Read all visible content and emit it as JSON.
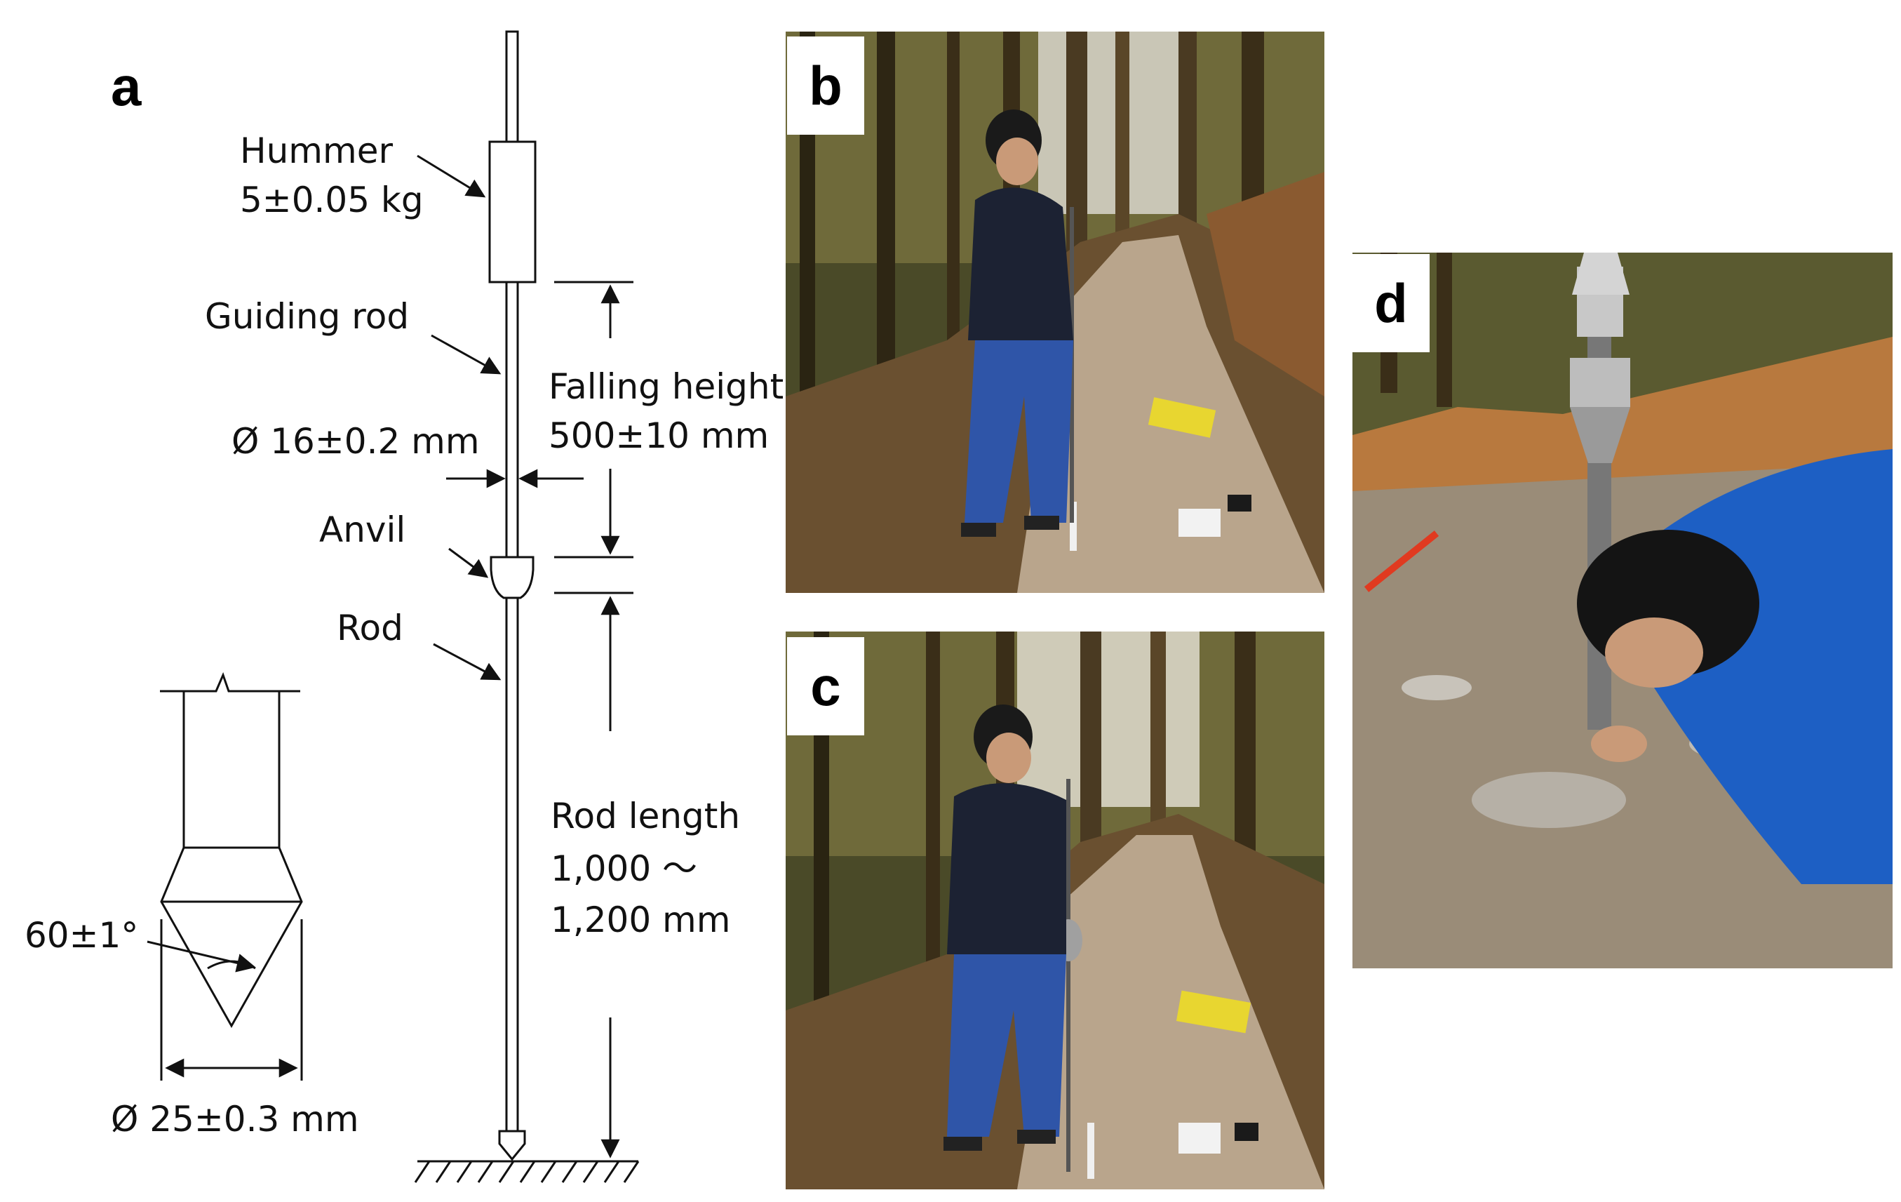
{
  "panels": {
    "a": {
      "letter": "a"
    },
    "b": {
      "letter": "b"
    },
    "c": {
      "letter": "c"
    },
    "d": {
      "letter": "d"
    }
  },
  "labels": {
    "hammer_name": "Hummer",
    "hammer_mass": "5±0.05 kg",
    "guiding_rod": "Guiding rod",
    "rod_diameter": "Ø 16±0.2 mm",
    "falling_height_label": "Falling height",
    "falling_height_value": "500±10 mm",
    "anvil": "Anvil",
    "rod": "Rod",
    "rod_length_label": "Rod length",
    "rod_length_line1": "1,000 ～",
    "rod_length_line2": "1,200 mm",
    "cone_angle": "60±1°",
    "cone_diameter": "Ø 25±0.3 mm"
  },
  "colors": {
    "line": "#111111",
    "forest_dark": "#3b3a22",
    "path": "#b9a58c",
    "jacket": "#1c2233",
    "trousers": "#2f55a8",
    "blue_jacket": "#1d5fc4"
  }
}
